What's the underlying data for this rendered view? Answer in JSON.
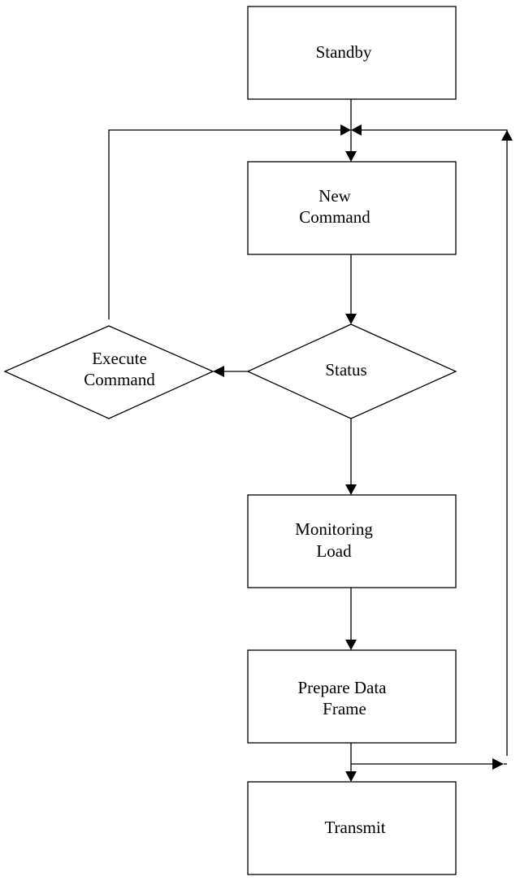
{
  "nodes": {
    "standby": {
      "line1": "Standby"
    },
    "new_command": {
      "line1": "New",
      "line2": "Command"
    },
    "status": {
      "line1": "Status"
    },
    "execute_command": {
      "line1": "Execute",
      "line2": "Command"
    },
    "monitoring_load": {
      "line1": "Monitoring",
      "line2": "Load"
    },
    "prepare_data_frame": {
      "line1": "Prepare Data",
      "line2": "Frame"
    },
    "transmit": {
      "line1": "Transmit"
    }
  }
}
